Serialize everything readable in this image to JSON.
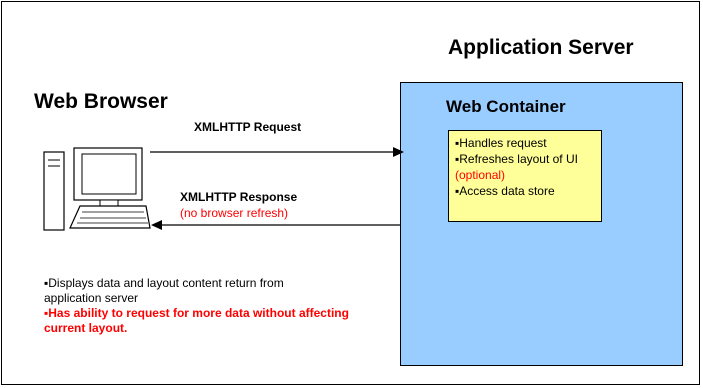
{
  "server": {
    "title": "Application Server"
  },
  "browser": {
    "title": "Web Browser"
  },
  "container": {
    "title": "Web Container",
    "bullets": [
      "▪Handles request",
      "▪Refreshes layout of UI",
      "(optional)",
      "▪Access data store"
    ]
  },
  "request": {
    "label": "XMLHTTP Request"
  },
  "response": {
    "label": "XMLHTTP Response",
    "sub": "(no browser refresh)"
  },
  "description": {
    "line1": "▪Displays data and layout content return from",
    "line2": "application server",
    "line3": "▪Has ability to request for more data without affecting",
    "line4": "current layout."
  },
  "colors": {
    "container_fill": "#99ccff",
    "note_fill": "#ffff99",
    "highlight": "#ff0000",
    "computer_fill": "#ffffff"
  },
  "icons": {
    "computer": "computer-icon"
  }
}
